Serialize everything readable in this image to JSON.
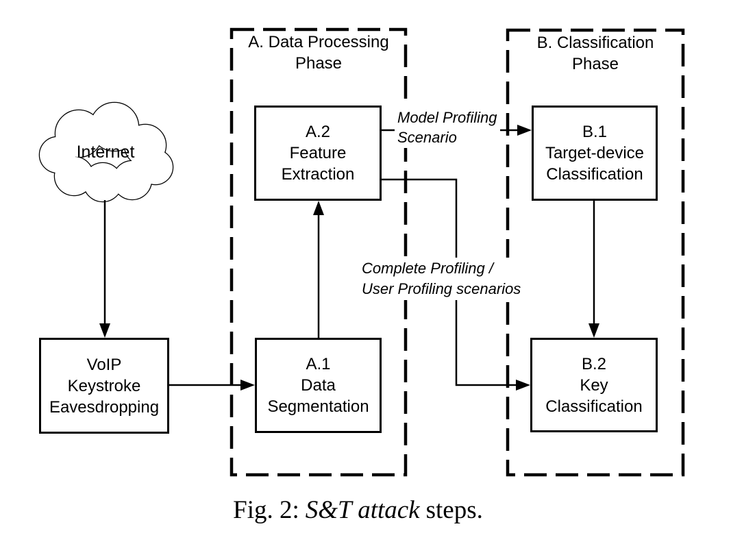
{
  "figure": {
    "cloud": {
      "label": "Internet"
    },
    "phases": {
      "a": {
        "line1": "A. Data Processing",
        "line2": "Phase"
      },
      "b": {
        "line1": "B. Classification",
        "line2": "Phase"
      }
    },
    "nodes": {
      "voip": {
        "lines": [
          "VoIP",
          "Keystroke",
          "Eavesdropping"
        ]
      },
      "a1": {
        "lines": [
          "A.1",
          "Data",
          "Segmentation"
        ]
      },
      "a2": {
        "lines": [
          "A.2",
          "Feature",
          "Extraction"
        ]
      },
      "b1": {
        "lines": [
          "B.1",
          "Target-device",
          "Classification"
        ]
      },
      "b2": {
        "lines": [
          "B.2",
          "Key",
          "Classification"
        ]
      }
    },
    "edge_labels": {
      "model_profiling": {
        "line1": "Model Profiling",
        "line2": "Scenario"
      },
      "complete_profiling": {
        "line1": "Complete Profiling /",
        "line2": "User Profiling scenarios"
      }
    },
    "caption": {
      "prefix": "Fig. 2:",
      "italic": "S&T attack",
      "suffix": "steps."
    }
  },
  "colors": {
    "ink": "#000000",
    "background": "#ffffff"
  }
}
